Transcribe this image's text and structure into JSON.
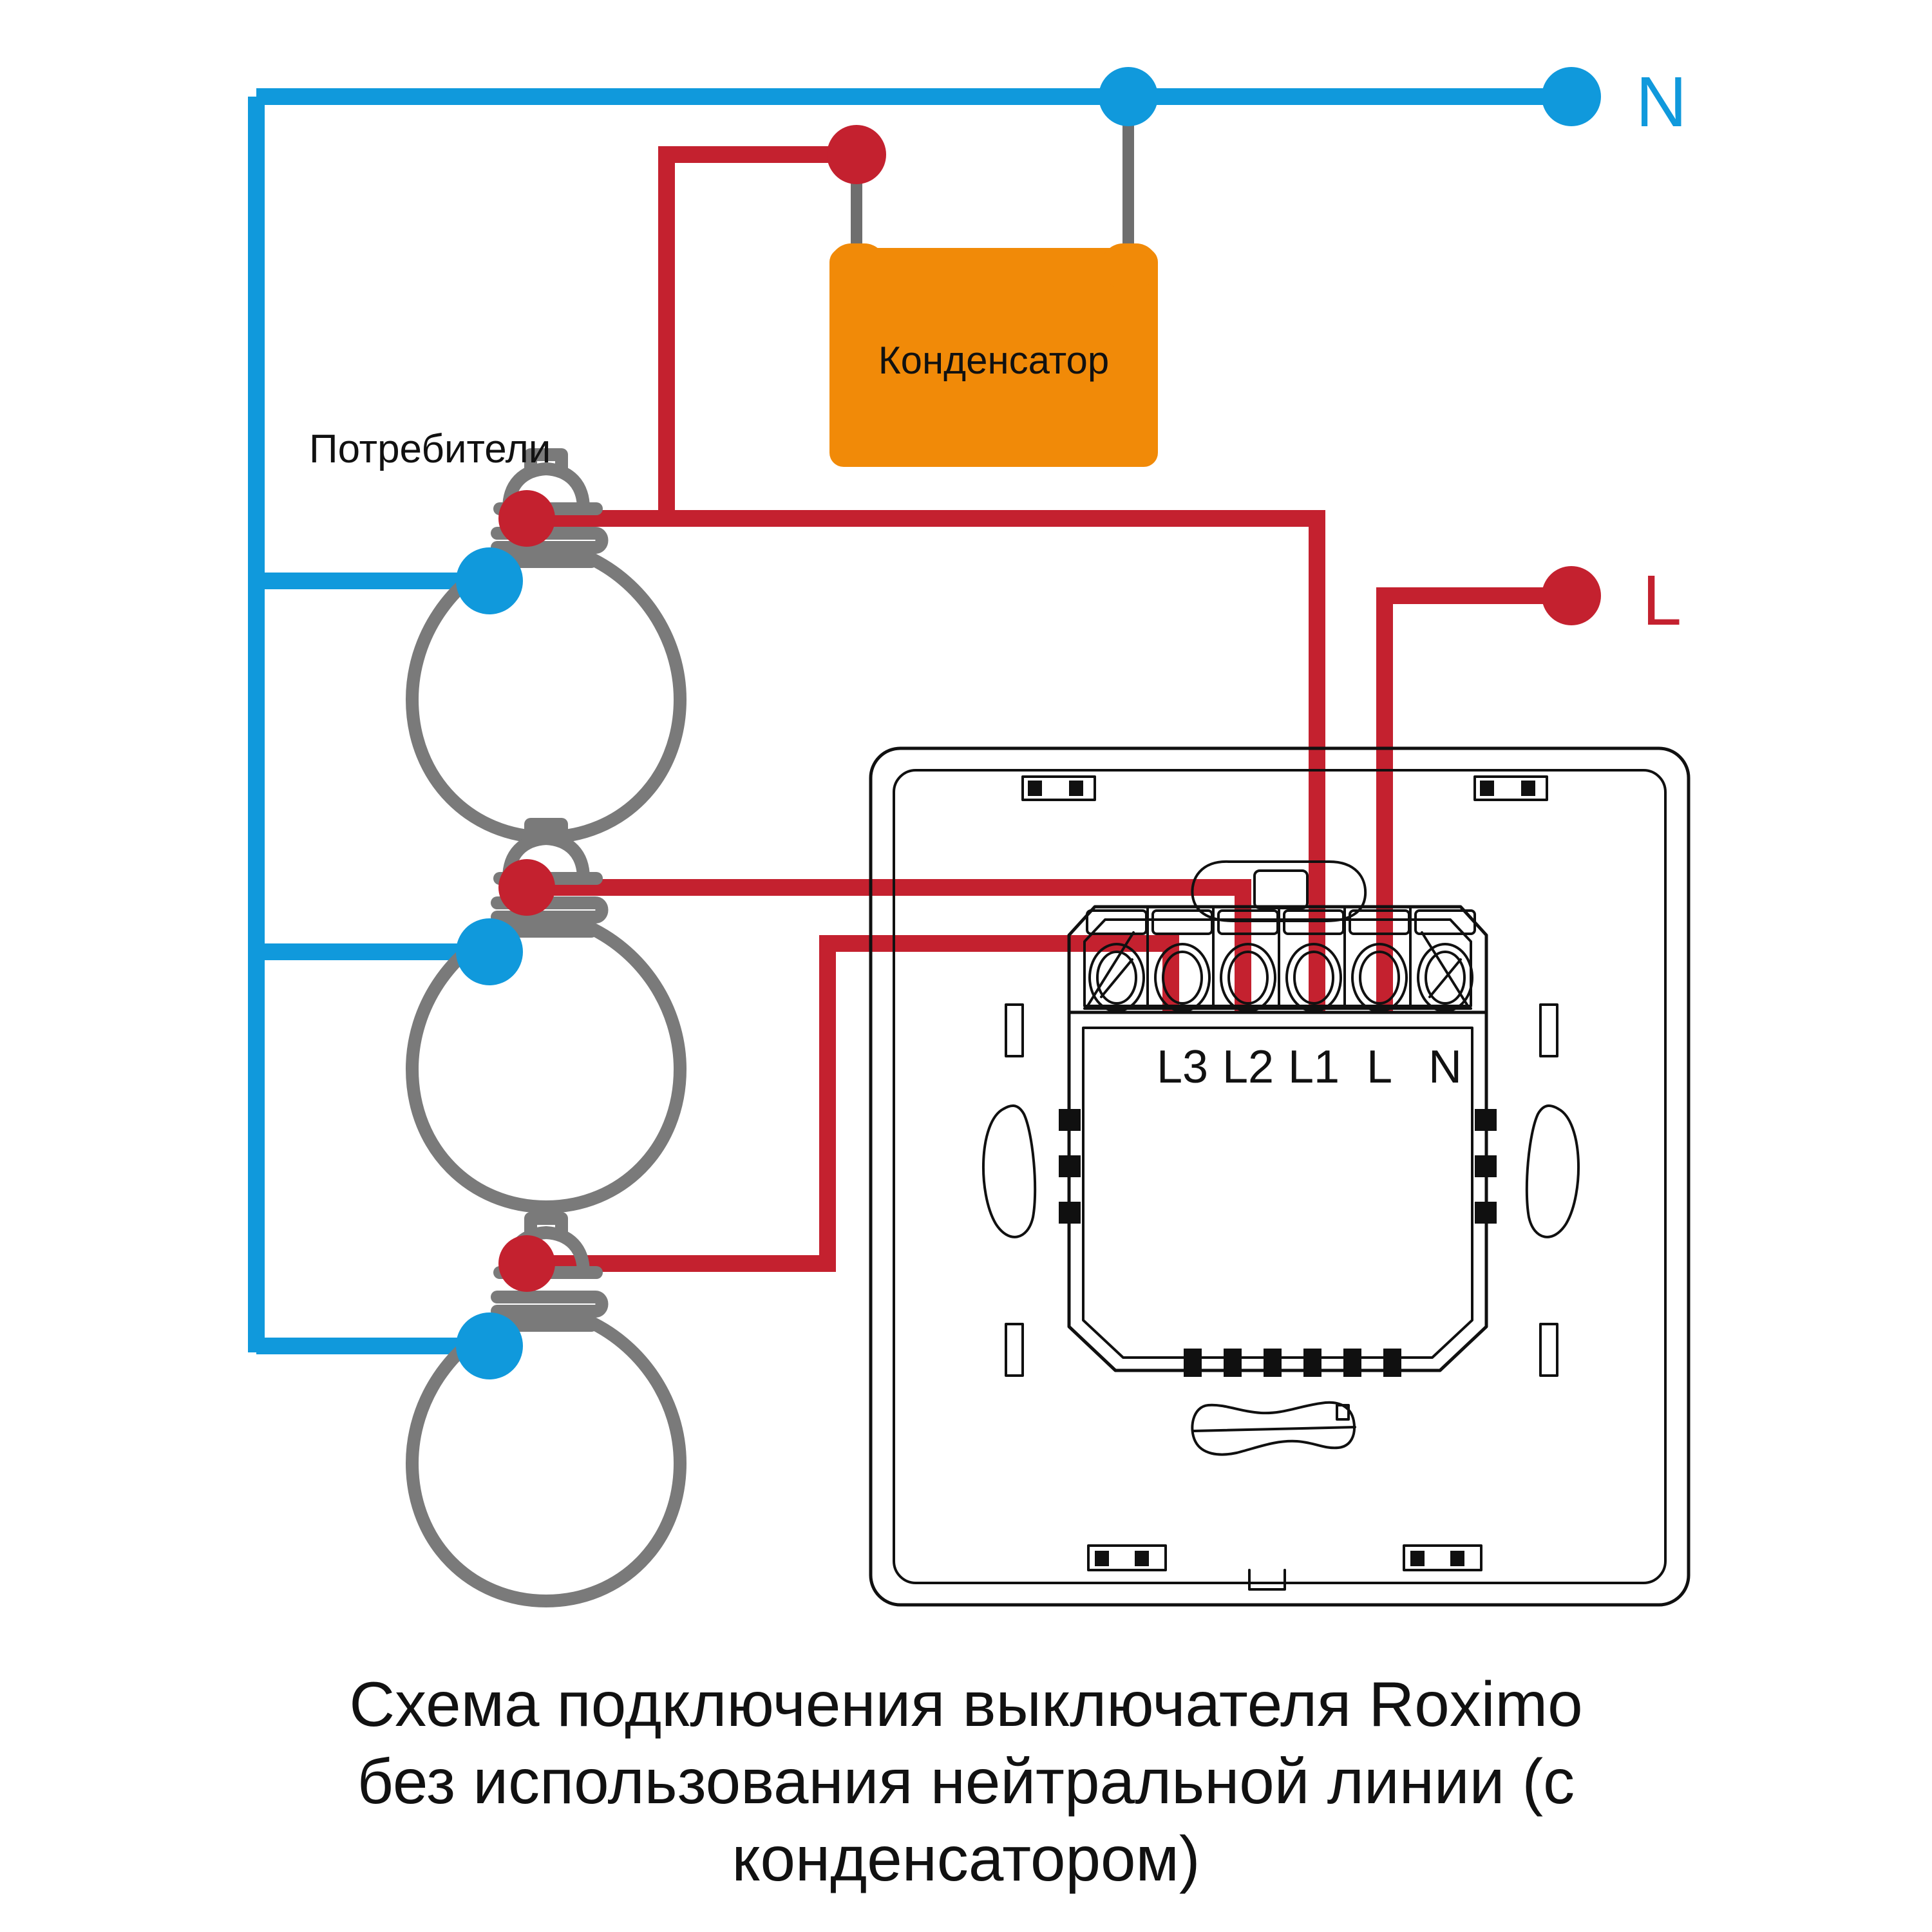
{
  "diagram": {
    "title": "Схема подключения выключателя Roximo без использования нейтральной линии (с конденсатором)",
    "caption_lines": [
      "Схема подключения выключателя Roximo",
      "без использования нейтральной линии (с",
      "конденсатором)"
    ],
    "labels": {
      "loads": "Потребители",
      "capacitor": "Конденсатор",
      "neutral_terminal": "N",
      "live_terminal": "L"
    },
    "switch_module": {
      "terminals": [
        "L3",
        "L2",
        "L1",
        "L",
        "N"
      ]
    },
    "colors": {
      "neutral_wire": "#1099DC",
      "live_wire": "#C4212F",
      "capacitor_body": "#F18A08",
      "component_lead": "#6E6E6E",
      "bulb_outline": "#7A7A7A",
      "device_outline": "#101010"
    },
    "bulbs": [
      {
        "name": "bulb-1"
      },
      {
        "name": "bulb-2"
      },
      {
        "name": "bulb-3"
      }
    ]
  }
}
